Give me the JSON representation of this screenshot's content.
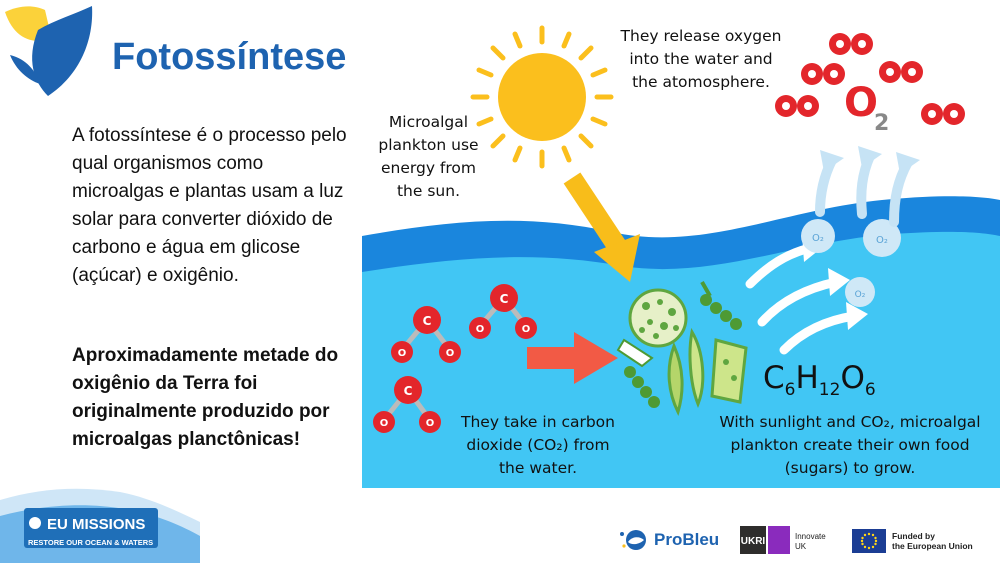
{
  "title": "Fotossíntese",
  "intro": "A fotossíntese é o processo pelo qual organismos como microalgas e plantas usam a luz solar para converter dióxido de carbono e água em glicose (açúcar) e oxigênio.",
  "highlight": "Aproximadamente metade do oxigênio da Terra foi originalmente produzido por microalgas planctônicas!",
  "diagram": {
    "sun_label": [
      "Microalgal",
      "plankton use",
      "energy from",
      "the sun."
    ],
    "release_label": [
      "They release oxygen",
      "into the water and",
      "the atomosphere."
    ],
    "intake_label": [
      "They take in carbon",
      "dioxide (CO₂) from",
      "the water."
    ],
    "food_label": [
      "With sunlight and CO₂, microalgal",
      "plankton create their own food",
      "(sugars) to grow."
    ],
    "formula": {
      "c": "C",
      "c_n": "6",
      "h": "H",
      "h_n": "12",
      "o": "O",
      "o_n": "6"
    },
    "o2": {
      "o": "O",
      "n": "2"
    },
    "molecule_o": "O",
    "molecule_c": "C",
    "bubble_o2": "O₂"
  },
  "footer": {
    "eu_missions": "EU MISSIONS",
    "eu_missions_sub": "RESTORE OUR OCEAN & WATERS",
    "probleu": "ProBleu",
    "ukri": "UKRI",
    "innovate": "Innovate\nUK",
    "funded": "Funded by\nthe European Union"
  },
  "colors": {
    "title_blue": "#1e63b0",
    "sun": "#fbbf1d",
    "water_dark": "#1a86dd",
    "water_light": "#41c6f4",
    "molecule_red": "#e3262b",
    "arrow_red": "#f25a45",
    "arrow_yellow": "#f8bd1a",
    "arrow_white": "#ffffff",
    "arrow_skyblue": "#c6e3f5",
    "ukri_purple": "#8a2bbd",
    "eu_flag": "#1b3d94"
  }
}
